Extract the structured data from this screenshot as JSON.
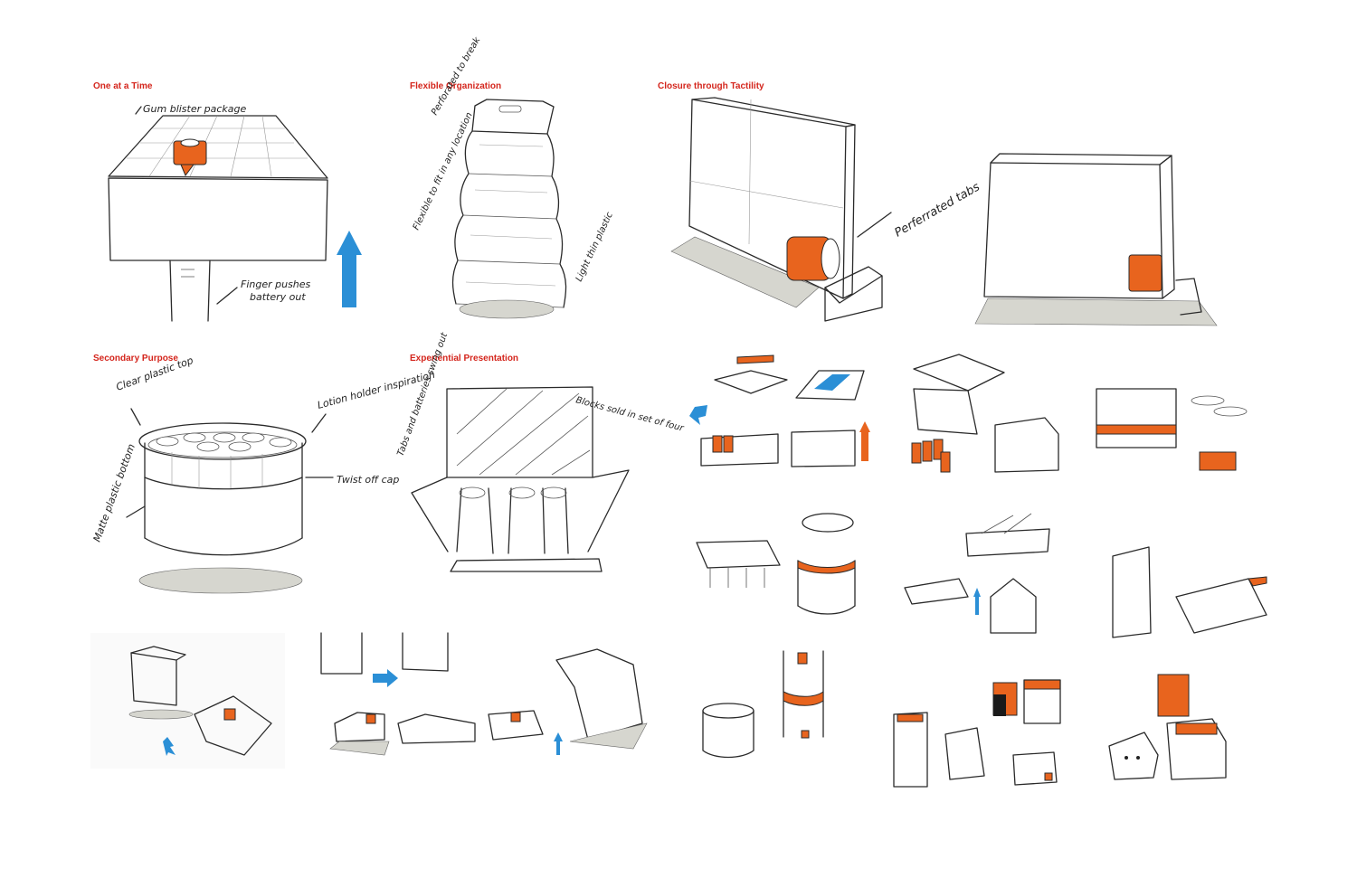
{
  "titles": {
    "one_at_a_time": "One at a Time",
    "flexible_organization": "Flexible Organization",
    "closure_through_tactility": "Closure through Tactility",
    "secondary_purpose": "Secondary Purpose",
    "experiential_presentation": "Experiential  Presentation"
  },
  "annotations": {
    "gum_blister": "Gum blister package",
    "finger_pushes": "Finger pushes",
    "battery_out": "battery out",
    "perforated_to_break": "Perforated to break",
    "flexible_to_fit": "Flexible to fit in any location",
    "light_thin_plastic": "Light thin plastic",
    "perforated_tabs": "Perferrated tabs",
    "clear_plastic_top": "Clear plastic top",
    "lotion_holder": "Lotion holder inspiration",
    "twist_off_cap": "Twist off cap",
    "matte_plastic_bottom": "Matte plastic bottom",
    "tabs_and_batteries": "Tabs and batteries swing out",
    "blocks_sold": "Blocks sold in set of four"
  },
  "colors": {
    "title_red": "#d4251c",
    "battery_orange": "#e8641e",
    "arrow_blue": "#2b8fd6"
  }
}
